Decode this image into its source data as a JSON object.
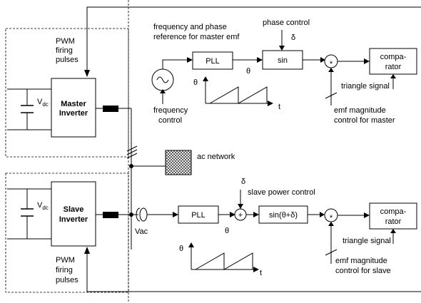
{
  "master": {
    "pwm_line1": "PWM",
    "pwm_line2": "firing",
    "pwm_line3": "pulses",
    "vdc": "V",
    "vdc_sub": "dc",
    "inverter_line1": "Master",
    "inverter_line2": "Inverter",
    "freq_phase_ref_line1": "frequency and phase",
    "freq_phase_ref_line2": "reference for master emf",
    "phase_control": "phase control",
    "delta": "δ",
    "pll": "PLL",
    "sin": "sin",
    "theta_out": "θ",
    "theta_axis": "θ",
    "t_axis": "t",
    "freq_control_line1": "frequency",
    "freq_control_line2": "control",
    "multiply": "*",
    "comparator_line1": "compa-",
    "comparator_line2": "rator",
    "triangle": "triangle signal",
    "emf_line1": "emf magnitude",
    "emf_line2": "control for master"
  },
  "network": {
    "ac_network": "ac network"
  },
  "slave": {
    "pwm_line1": "PWM",
    "pwm_line2": "firing",
    "pwm_line3": "pulses",
    "vdc": "V",
    "vdc_sub": "dc",
    "inverter_line1": "Slave",
    "inverter_line2": "Inverter",
    "vac": "Vac",
    "pll": "PLL",
    "delta": "δ",
    "slave_power_control": "slave power control",
    "plus": "+",
    "theta_out": "θ",
    "sin_sum": "sin(θ+δ)",
    "multiply": "*",
    "comparator_line1": "compa-",
    "comparator_line2": "rator",
    "triangle": "triangle signal",
    "emf_line1": "emf magnitude",
    "emf_line2": "control for slave",
    "theta_axis": "θ",
    "t_axis": "t"
  }
}
